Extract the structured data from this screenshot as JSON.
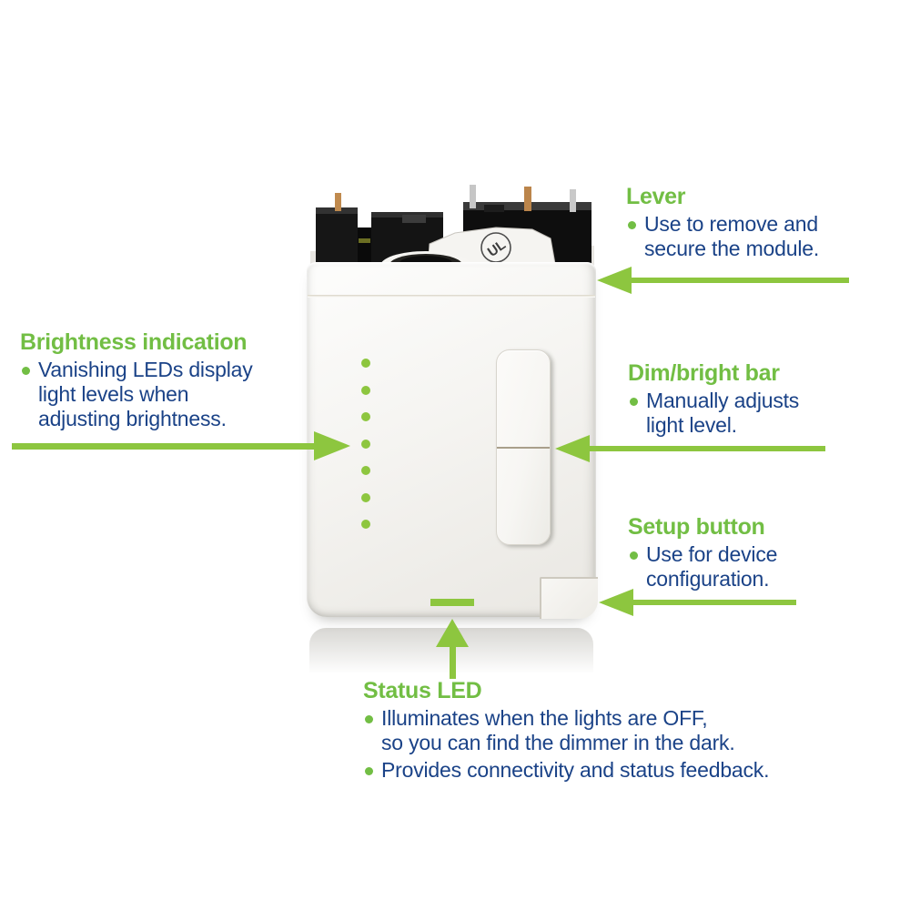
{
  "colors": {
    "heading_green": "#72BE44",
    "arrow_green": "#8DC63F",
    "led_green": "#8DC63F",
    "body_text_navy": "#1A4287"
  },
  "device": {
    "description": "white plug-in dimmer module with top wiring terminals",
    "led_dot_count": 7,
    "certification_mark": "UL"
  },
  "callouts": {
    "lever": {
      "title": "Lever",
      "bullets": [
        {
          "lines": [
            "Use to remove and",
            "secure the module."
          ]
        }
      ]
    },
    "brightness": {
      "title": "Brightness indication",
      "bullets": [
        {
          "lines": [
            "Vanishing LEDs display",
            "light levels when",
            "adjusting brightness."
          ]
        }
      ]
    },
    "dim_bright": {
      "title": "Dim/bright bar",
      "bullets": [
        {
          "lines": [
            "Manually adjusts",
            "light level."
          ]
        }
      ]
    },
    "setup": {
      "title": "Setup button",
      "bullets": [
        {
          "lines": [
            "Use for device",
            "configuration."
          ]
        }
      ]
    },
    "status": {
      "title": "Status LED",
      "bullets": [
        {
          "lines": [
            "Illuminates when the lights are OFF,",
            "so you can find the dimmer in the dark."
          ]
        },
        {
          "lines": [
            "Provides connectivity and status feedback."
          ]
        }
      ]
    }
  }
}
